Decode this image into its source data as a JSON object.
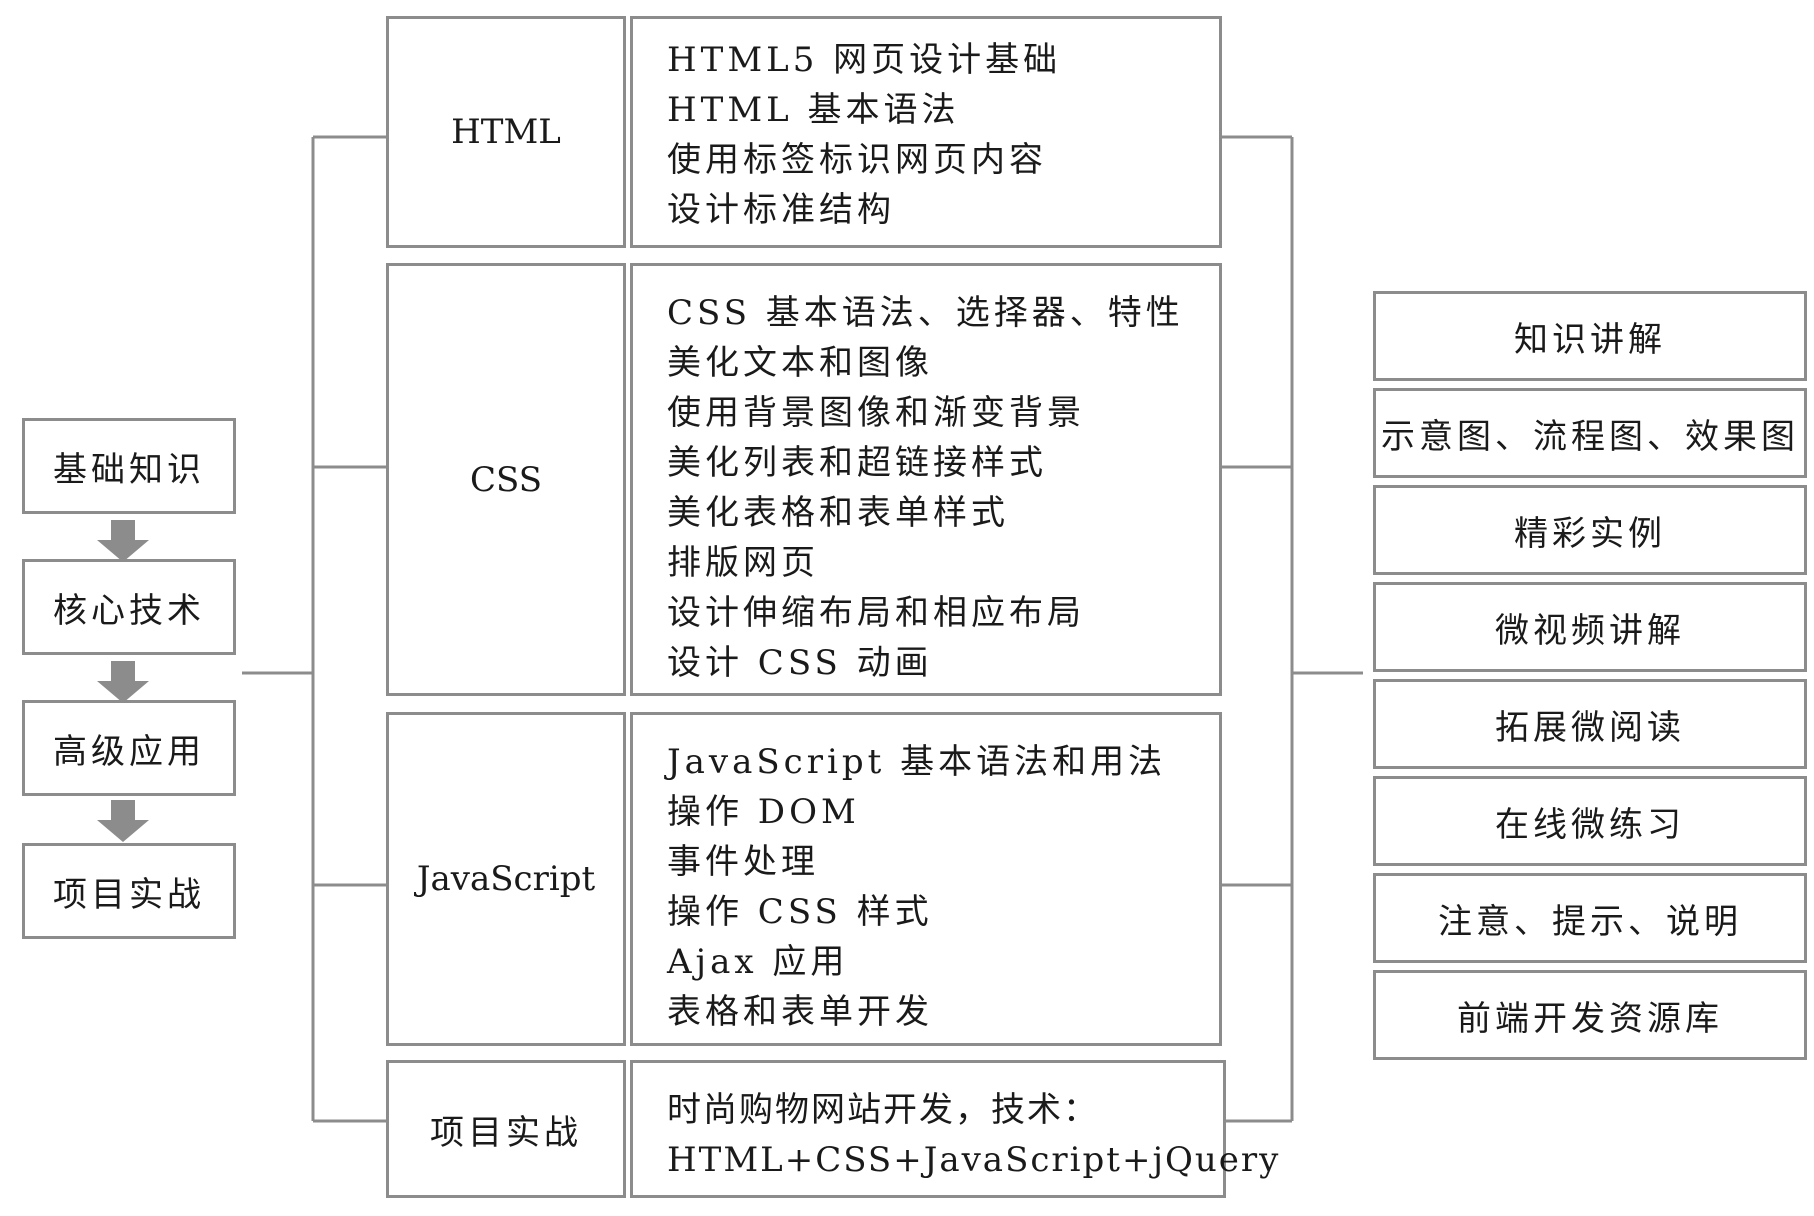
{
  "stages": [
    {
      "label": "基础知识"
    },
    {
      "label": "核心技术"
    },
    {
      "label": "高级应用"
    },
    {
      "label": "项目实战"
    }
  ],
  "topics": [
    {
      "name": "HTML",
      "items": [
        "HTML5 网页设计基础",
        "HTML 基本语法",
        "使用标签标识网页内容",
        "设计标准结构"
      ]
    },
    {
      "name": "CSS",
      "items": [
        "CSS 基本语法、选择器、特性",
        "美化文本和图像",
        "使用背景图像和渐变背景",
        "美化列表和超链接样式",
        "美化表格和表单样式",
        "排版网页",
        "设计伸缩布局和相应布局",
        "设计 CSS 动画"
      ]
    },
    {
      "name": "JavaScript",
      "items": [
        "JavaScript 基本语法和用法",
        "操作 DOM",
        "事件处理",
        "操作 CSS 样式",
        "Ajax 应用",
        "表格和表单开发"
      ]
    },
    {
      "name": "项目实战",
      "items": [
        "时尚购物网站开发，技术：",
        "HTML+CSS+JavaScript+jQuery"
      ]
    }
  ],
  "features": [
    {
      "label": "知识讲解"
    },
    {
      "label": "示意图、流程图、效果图"
    },
    {
      "label": "精彩实例"
    },
    {
      "label": "微视频讲解"
    },
    {
      "label": "拓展微阅读"
    },
    {
      "label": "在线微练习"
    },
    {
      "label": "注意、提示、说明"
    },
    {
      "label": "前端开发资源库"
    }
  ]
}
